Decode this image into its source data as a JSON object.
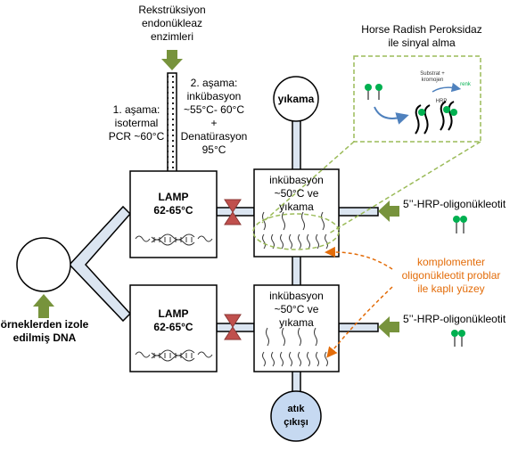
{
  "top_label": {
    "line1": "Rekstrüksiyon",
    "line2": "endonükleaz",
    "line3": "enzimleri"
  },
  "stage1": {
    "line1": "1. aşama:",
    "line2": "isotermal",
    "line3": "PCR ~60°C"
  },
  "stage2": {
    "line1": "2. aşama:",
    "line2": "inkübasyon",
    "line3": "~55°C- 60°C",
    "line4": "+",
    "line5": "Denatürasyon",
    "line6": "95°C"
  },
  "wash_label": "yıkama",
  "lamp_top": {
    "line1": "LAMP",
    "line2": "62-65°C"
  },
  "lamp_bottom": {
    "line1": "LAMP",
    "line2": "62-65°C"
  },
  "inc_top": {
    "line1": "inkübasyon",
    "line2": "~50°C ve",
    "line3": "yıkama"
  },
  "inc_bottom": {
    "line1": "inkübasyon",
    "line2": "~50°C ve",
    "line3": "yıkama"
  },
  "probe_top": "5’’-HRP-oligonükleotit",
  "probe_bottom": "5’’-HRP-oligonükleotit",
  "surface_note": {
    "line1": "komplomenter",
    "line2": "oligonükleotit  problar",
    "line3": "ile kaplı yüzey"
  },
  "sample_label": {
    "line1": "örneklerden izole",
    "line2": "edilmiş DNA"
  },
  "waste_label": {
    "line1": "atık",
    "line2": "çıkışı"
  },
  "hrp_title": {
    "line1": "Horse Radish Peroksidaz",
    "line2": "ile sinyal alma"
  },
  "inset": {
    "substrate_line1": "Substrat +",
    "substrate_line2": "kromojen",
    "renk": "renk",
    "hrp": "HRP"
  },
  "colors": {
    "arrow_green": "#77933c",
    "valve_red": "#c0504d",
    "tube_fill": "#dbe5f1",
    "waste_fill": "#c6d9f1",
    "inset_border": "#9bbb59",
    "annotation_orange": "#e36c09",
    "probe_green": "#00b050"
  }
}
